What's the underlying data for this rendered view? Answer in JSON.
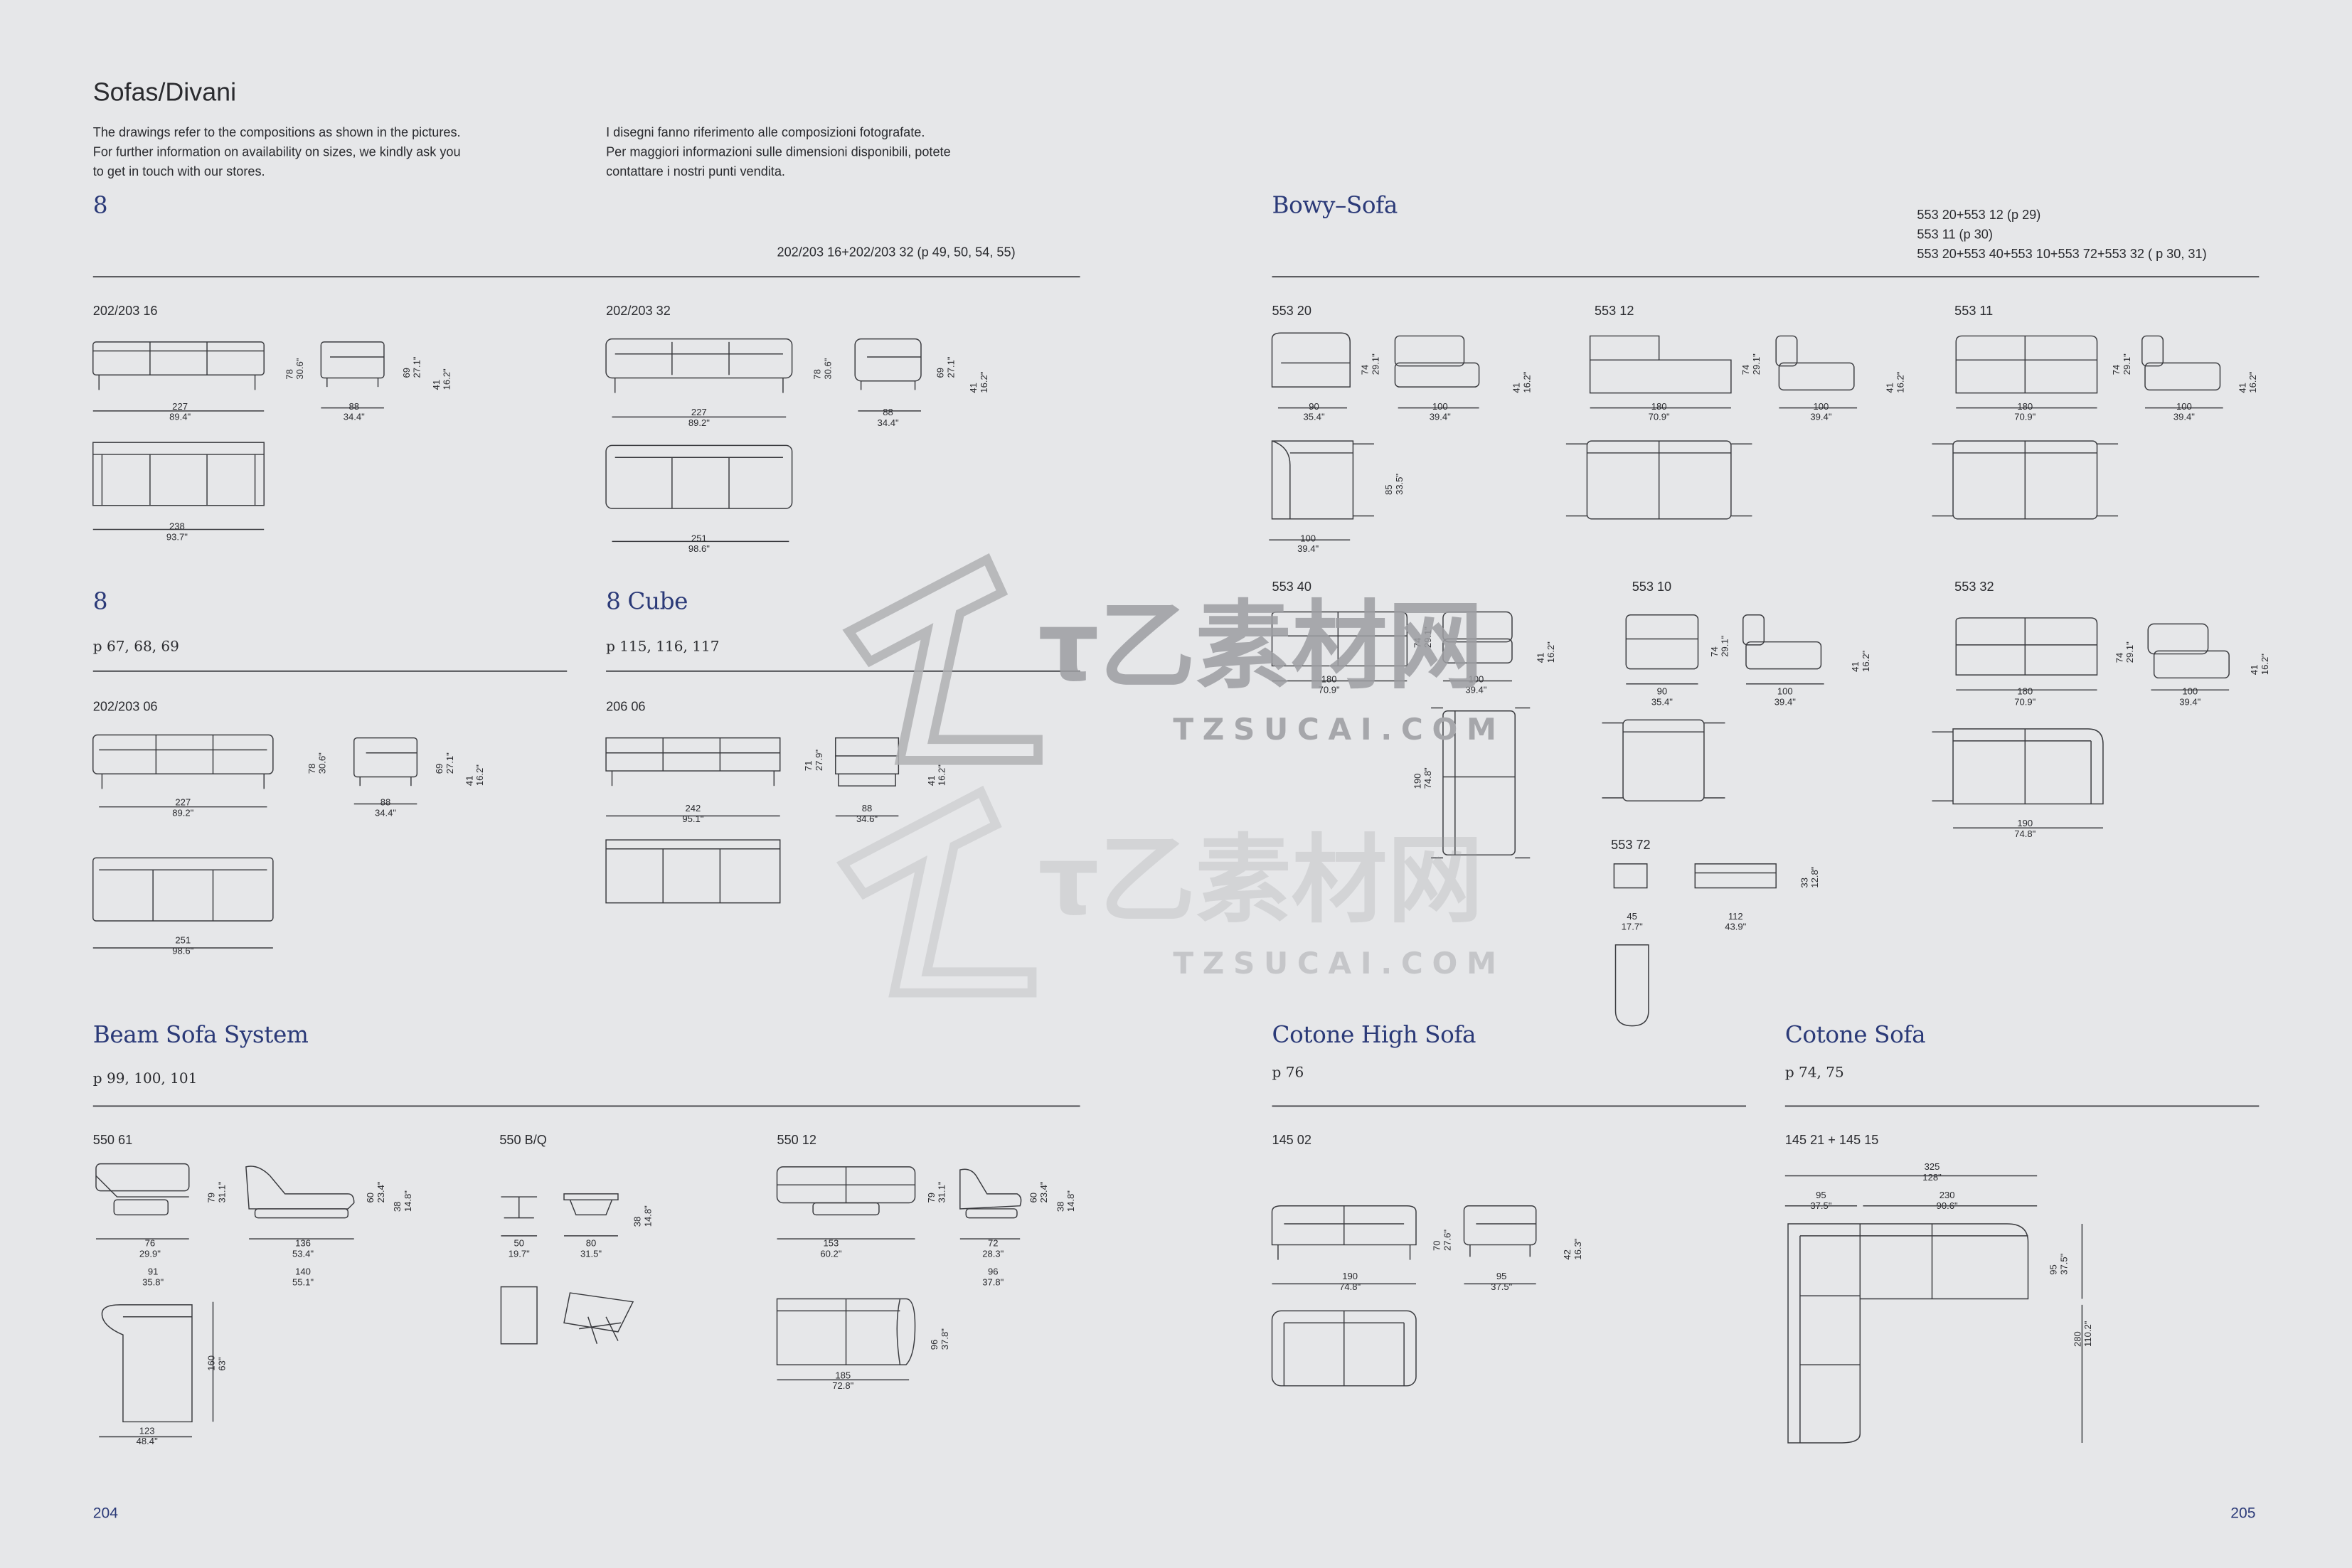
{
  "header": {
    "title": "Sofas/Divani",
    "intro_en": [
      "The drawings refer to the compositions as shown in the pictures.",
      "For further information on availability on sizes, we kindly ask you",
      "to get in touch with our stores."
    ],
    "intro_it": [
      "I disegni fanno riferimento alle composizioni fotografate.",
      "Per maggiori informazioni sulle dimensioni disponibili, potete",
      "contattare i nostri punti vendita."
    ]
  },
  "eight": {
    "title": "8",
    "ref": "202/203 16+202/203 32 (p 49, 50, 54, 55)",
    "a": {
      "code": "202/203 16",
      "w1": "227",
      "w1in": "89.4\"",
      "d": "88",
      "din": "34.4\"",
      "w2": "238",
      "w2in": "93.7\"",
      "h1": "78",
      "h1in": "30.6\"",
      "h2": "69",
      "h2in": "27.1\"",
      "h3": "41",
      "h3in": "16.2\""
    },
    "b": {
      "code": "202/203 32",
      "w1": "227",
      "w1in": "89.2\"",
      "d": "88",
      "din": "34.4\"",
      "w2": "251",
      "w2in": "98.6\"",
      "h1": "78",
      "h1in": "30.6\"",
      "h2": "69",
      "h2in": "27.1\"",
      "h3": "41",
      "h3in": "16.2\""
    }
  },
  "eight2": {
    "title": "8",
    "pages": "p 67, 68, 69",
    "code": "202/203 06",
    "w1": "227",
    "w1in": "89.2\"",
    "d": "88",
    "din": "34.4\"",
    "w2": "251",
    "w2in": "98.6\"",
    "h1": "78",
    "h1in": "30.6\"",
    "h2": "69",
    "h2in": "27.1\"",
    "h3": "41",
    "h3in": "16.2\""
  },
  "cube": {
    "title": "8 Cube",
    "pages": "p 115, 116, 117",
    "code": "206 06",
    "w1": "242",
    "w1in": "95.1\"",
    "d": "88",
    "din": "34.6\"",
    "h1": "71",
    "h1in": "27.9\"",
    "h2": "41",
    "h2in": "16.2\""
  },
  "bowy": {
    "title": "Bowy–Sofa",
    "refs": [
      "553 20+553 12 (p 29)",
      "553 11 (p 30)",
      "553 20+553 40+553 10+553 72+553 32 ( p 30, 31)"
    ],
    "m20": {
      "code": "553 20",
      "w": "90",
      "win": "35.4\"",
      "d": "100",
      "din": "39.4\"",
      "h": "74",
      "hin": "29.1\"",
      "s": "41",
      "sin": "16.2\"",
      "dd": "85",
      "ddin": "33.5\"",
      "w2": "100",
      "w2in": "39.4\""
    },
    "m12": {
      "code": "553 12",
      "w": "180",
      "win": "70.9\"",
      "d": "100",
      "din": "39.4\"",
      "h": "74",
      "hin": "29.1\"",
      "s": "41",
      "sin": "16.2\""
    },
    "m11": {
      "code": "553 11",
      "w": "180",
      "win": "70.9\"",
      "d": "100",
      "din": "39.4\"",
      "h": "74",
      "hin": "29.1\"",
      "s": "41",
      "sin": "16.2\""
    },
    "m40": {
      "code": "553 40",
      "w": "180",
      "win": "70.9\"",
      "d": "100",
      "din": "39.4\"",
      "h": "74",
      "hin": "29.1\"",
      "s": "41",
      "sin": "16.2\"",
      "dd": "190",
      "ddin": "74.8\""
    },
    "m10": {
      "code": "553 10",
      "w": "90",
      "win": "35.4\"",
      "d": "100",
      "din": "39.4\"",
      "h": "74",
      "hin": "29.1\"",
      "s": "41",
      "sin": "16.2\""
    },
    "m32": {
      "code": "553 32",
      "w": "180",
      "win": "70.9\"",
      "d": "100",
      "din": "39.4\"",
      "h": "74",
      "hin": "29.1\"",
      "s": "41",
      "sin": "16.2\"",
      "w2": "190",
      "w2in": "74.8\""
    },
    "m72": {
      "code": "553 72",
      "w": "45",
      "win": "17.7\"",
      "l": "112",
      "lin": "43.9\"",
      "h": "33",
      "hin": "12.8\""
    }
  },
  "beam": {
    "title": "Beam Sofa System",
    "pages": "p 99, 100, 101",
    "m61": {
      "code": "550 61",
      "w": "76",
      "win": "29.9\"",
      "w2": "91",
      "w2in": "35.8\"",
      "h": "79",
      "hin": "31.1\"",
      "l": "136",
      "lin": "53.4\"",
      "l2": "140",
      "l2in": "55.1\"",
      "h2": "60",
      "h2in": "23.4\"",
      "h3": "38",
      "h3in": "14.8\"",
      "d": "160",
      "din": "63\"",
      "w3": "123",
      "w3in": "48.4\""
    },
    "mbq": {
      "code": "550 B/Q",
      "w": "50",
      "win": "19.7\"",
      "w2": "80",
      "w2in": "31.5\"",
      "h": "38",
      "hin": "14.8\""
    },
    "m12": {
      "code": "550 12",
      "w": "153",
      "win": "60.2\"",
      "h": "79",
      "hin": "31.1\"",
      "d": "72",
      "din": "28.3\"",
      "d2": "96",
      "d2in": "37.8\"",
      "h2": "60",
      "h2in": "23.4\"",
      "h3": "38",
      "h3in": "14.8\"",
      "w2": "185",
      "w2in": "72.8\"",
      "dd": "96",
      "ddin": "37.8\""
    }
  },
  "cotone_high": {
    "title": "Cotone High Sofa",
    "pages": "p 76",
    "code": "145 02",
    "w": "190",
    "win": "74.8\"",
    "d": "95",
    "din": "37.5\"",
    "h": "70",
    "hin": "27.6\"",
    "s": "42",
    "sin": "16.3\""
  },
  "cotone": {
    "title": "Cotone Sofa",
    "pages": "p 74, 75",
    "code": "145 21 + 145 15",
    "w": "325",
    "win": "128\"",
    "a": "95",
    "ain": "37.5\"",
    "b": "230",
    "bin": "90.6\"",
    "d": "95",
    "din": "37.5\"",
    "l": "280",
    "lin": "110.2\""
  },
  "footer": {
    "left_page": "204",
    "right_page": "205"
  },
  "watermark": {
    "brand": "τ乙素材网",
    "site": "TZSUCAI.COM"
  }
}
